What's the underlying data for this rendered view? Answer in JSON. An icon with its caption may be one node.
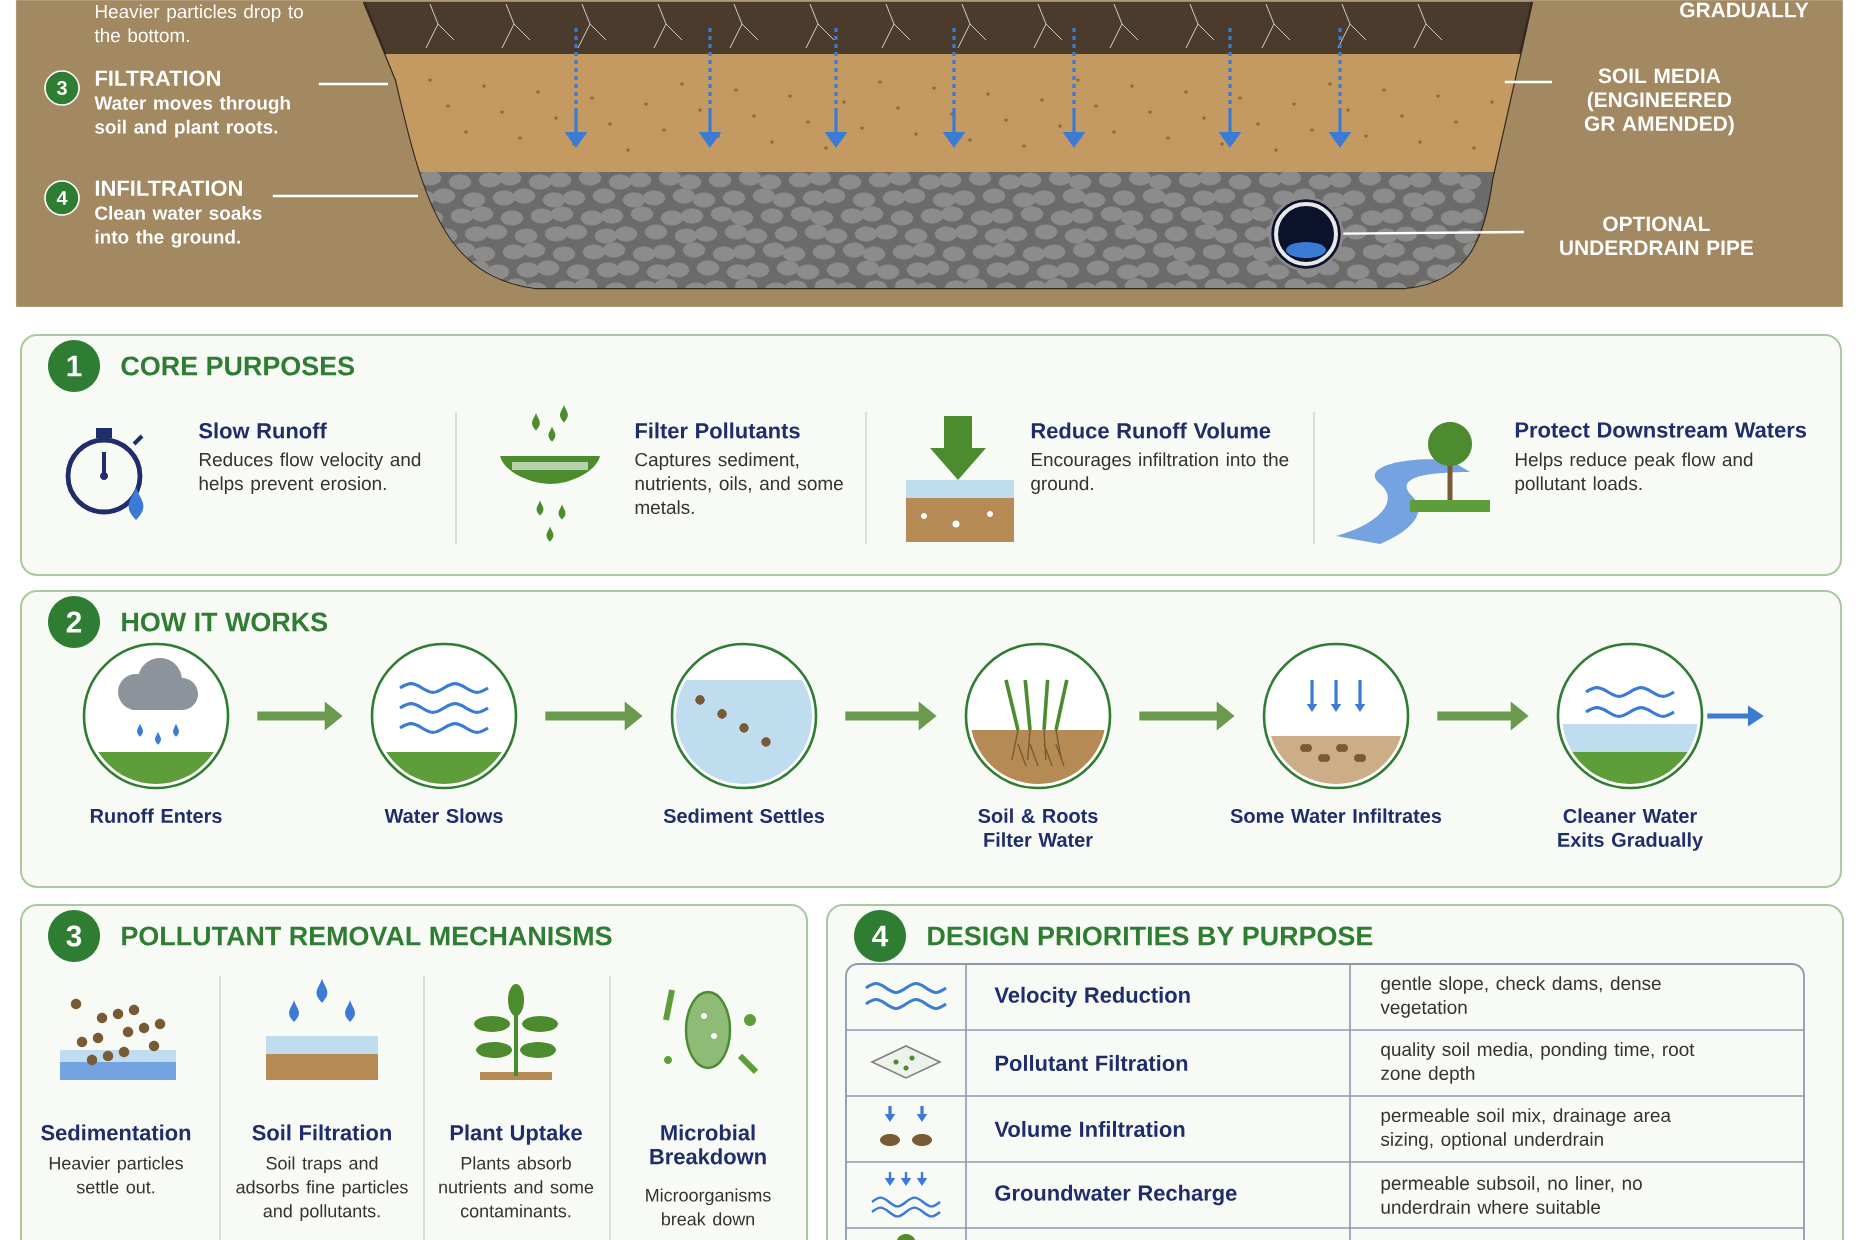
{
  "diagram": {
    "nodes": [
      {
        "text": [],
        "shape": "box"
      },
      {
        "text": [
          "FILTRATION",
          "Water moves through soil and plant roots."
        ],
        "beside": [
          "3"
        ],
        "in": 0
      },
      {
        "text": [
          "INFILTRATION",
          "Clean water soaks into the ground."
        ],
        "beside": [
          "4"
        ],
        "in": 0
      },
      {
        "text": [
          "SOIL MEDIA (ENGINEERED GR AMENDED)"
        ],
        "in": 0
      },
      {
        "text": [
          "OPTIONAL UNDERDRAIN PIPE"
        ],
        "in": 0
      },
      {
        "text": [],
        "shape": "circle",
        "in": 17
      },
      {
        "text": [
          "1",
          "CORE PURPOSES"
        ]
      },
      {
        "text": [
          "2",
          "HOW IT WORKS"
        ]
      },
      {
        "text": [],
        "shape": "circle",
        "in": 7,
        "beside": [
          "Runoff Enters"
        ]
      },
      {
        "text": [],
        "shape": "circle",
        "in": 7,
        "beside": [
          "Water Slows"
        ]
      },
      {
        "text": [],
        "shape": "circle",
        "in": 7,
        "beside": [
          "Sediment Settles"
        ]
      },
      {
        "text": [],
        "shape": "circle",
        "in": 7,
        "beside": [
          "Soil & Roots Filter Water"
        ]
      },
      {
        "text": [],
        "shape": "circle",
        "in": 7,
        "beside": [
          "Some Water Infiltrates"
        ]
      },
      {
        "text": [],
        "shape": "circle",
        "in": 7,
        "beside": [
          "Cleaner Water Exits Gradually"
        ]
      },
      {
        "text": [
          "3",
          "POLLUTANT REMOVAL MECHANISMS"
        ]
      },
      {
        "text": [
          "4",
          "DESIGN PRIORITIES BY PURPOSE"
        ]
      },
      {
        "text": [],
        "shape": "box",
        "in": 0
      },
      {
        "text": [],
        "shape": "box",
        "in": 0
      }
    ],
    "edges": [
      {
        "from": 1,
        "to": 16,
        "arrow": "none",
        "color": "#ffffff"
      },
      {
        "from": 2,
        "to": 17,
        "arrow": "none",
        "color": "#ffffff"
      },
      {
        "from": 3,
        "to": 16,
        "arrow": "none",
        "color": "#ffffff"
      },
      {
        "from": 4,
        "to": 5,
        "arrow": "none",
        "color": "#ffffff"
      },
      {
        "from": 8,
        "to": 9,
        "arrow": "to"
      },
      {
        "from": 9,
        "to": 10,
        "arrow": "to"
      },
      {
        "from": 10,
        "to": 11,
        "arrow": "to"
      },
      {
        "from": 11,
        "to": 12,
        "arrow": "to"
      },
      {
        "from": 12,
        "to": 13,
        "arrow": "to"
      },
      {
        "from": 13,
        "to": null,
        "arrow": "to",
        "color": "#3a7bd5"
      }
    ],
    "labels": [
      "Heavier particles drop to the bottom.",
      "GRADUALLY",
      "Slow Runoff",
      "Reduces flow velocity and helps prevent erosion.",
      "Filter Pollutants",
      "Captures sediment, nutrients, oils, and some metals.",
      "Reduce Runoff Volume",
      "Encourages infiltration into the ground.",
      "Protect Downstream Waters",
      "Helps reduce peak flow and pollutant loads.",
      "Sedimentation",
      "Heavier particles settle out.",
      "Soil Filtration",
      "Soil traps and adsorbs fine particles and pollutants.",
      "Plant Uptake",
      "Plants absorb nutrients and some contaminants.",
      "Microbial Breakdown",
      "Microorganisms break down",
      "Velocity Reduction",
      "gentle slope, check dams, dense vegetation",
      "Pollutant Filtration",
      "quality soil media, ponding time, root zone depth",
      "Volume Infiltration",
      "permeable soil mix, drainage area sizing, optional underdrain",
      "Groundwater Recharge",
      "permeable subsoil, no liner, no underdrain where suitable"
    ]
  }
}
